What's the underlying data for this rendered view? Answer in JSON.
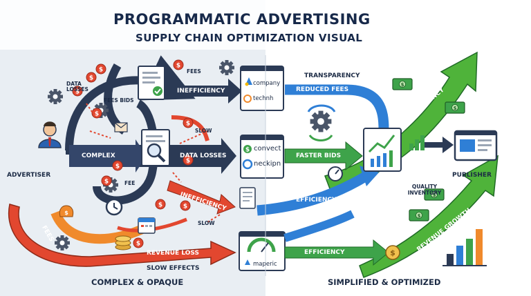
{
  "title": "PROGRAMMATIC ADVERTISING",
  "subtitle": "SUPPLY CHAIN OPTIMIZATION VISUAL",
  "left": {
    "caption": "COMPLEX & OPAQUE",
    "advertiser": "ADVERTISER",
    "labels": {
      "data_losses_small": "DATA LOSSES",
      "fees_bids": "FEES BIDS",
      "fees_top": "FEES",
      "inefficiency_top": "INEFFICIENCY",
      "complex": "COMPLEX",
      "data_losses": "DATA LOSSES",
      "slow_top": "SLOW",
      "fee": "FEE",
      "inefficiency_mid": "INEFFICIENCY",
      "fees_curve": "FEES",
      "slow_bottom": "SLOW",
      "revenue_loss": "REVENUE LOSS",
      "slow_effects": "SLOW EFFECTS"
    }
  },
  "middle": {
    "vendors": [
      {
        "name": "company"
      },
      {
        "name": "technh"
      },
      {
        "name": "convect"
      },
      {
        "name": "neckipn"
      },
      {
        "name": "maperic"
      }
    ]
  },
  "right": {
    "caption": "SIMPLIFIED & OPTIMIZED",
    "publisher": "PUBLISHER",
    "labels": {
      "transparency": "TRANSPARENCY",
      "reduced_fees": "REDUCED FEES",
      "faster_bids": "FASTER BIDS",
      "efficiency_mid": "EFFICIENCY",
      "efficiency_bottom": "EFFICIENCY",
      "efficiency_top": "EFFICIENCY",
      "revenue_growth": "REVENUE GROWTH",
      "quality_inventory": "QUALITY INVENTORY"
    }
  },
  "colors": {
    "navy": "#2b3a55",
    "red": "#e2472f",
    "orange": "#f08a2c",
    "blue": "#2f7fd6",
    "green": "#3ea34a",
    "bright_green": "#4fb33a",
    "left_bg": "#e9eef3"
  },
  "icons": [
    "user-icon",
    "gear-icon",
    "dollar-coin-icon",
    "document-icon",
    "magnifier-icon",
    "clock-icon",
    "money-bill-icon",
    "monitor-icon",
    "gauge-icon",
    "bar-chart-icon",
    "coin-stack-icon",
    "calendar-icon"
  ]
}
